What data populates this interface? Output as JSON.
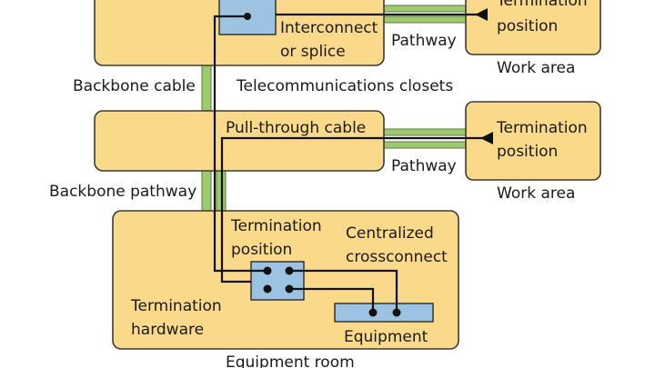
{
  "labels": {
    "interconnect": "Interconnect",
    "or_splice": "or splice",
    "pathway_top": "Pathway",
    "termination_top": "Termination",
    "position_top": "position",
    "work_area_top": "Work area",
    "backbone_cable": "Backbone cable",
    "telecom_closets": "Telecommunications closets",
    "pull_through_cable": "Pull-through cable",
    "termination_mid": "Termination",
    "position_mid": "position",
    "pathway_mid": "Pathway",
    "work_area_mid": "Work area",
    "backbone_pathway": "Backbone pathway",
    "termination_position_1": "Termination",
    "termination_position_2": "position",
    "centralized": "Centralized",
    "crossconnect": "crossconnect",
    "termination_hardware_1": "Termination",
    "termination_hardware_2": "hardware",
    "equipment": "Equipment",
    "equipment_room": "Equipment room"
  },
  "colors": {
    "box_fill": "#fbd98a",
    "cable_green": "#9fc970",
    "panel_blue": "#9dc3e3"
  }
}
